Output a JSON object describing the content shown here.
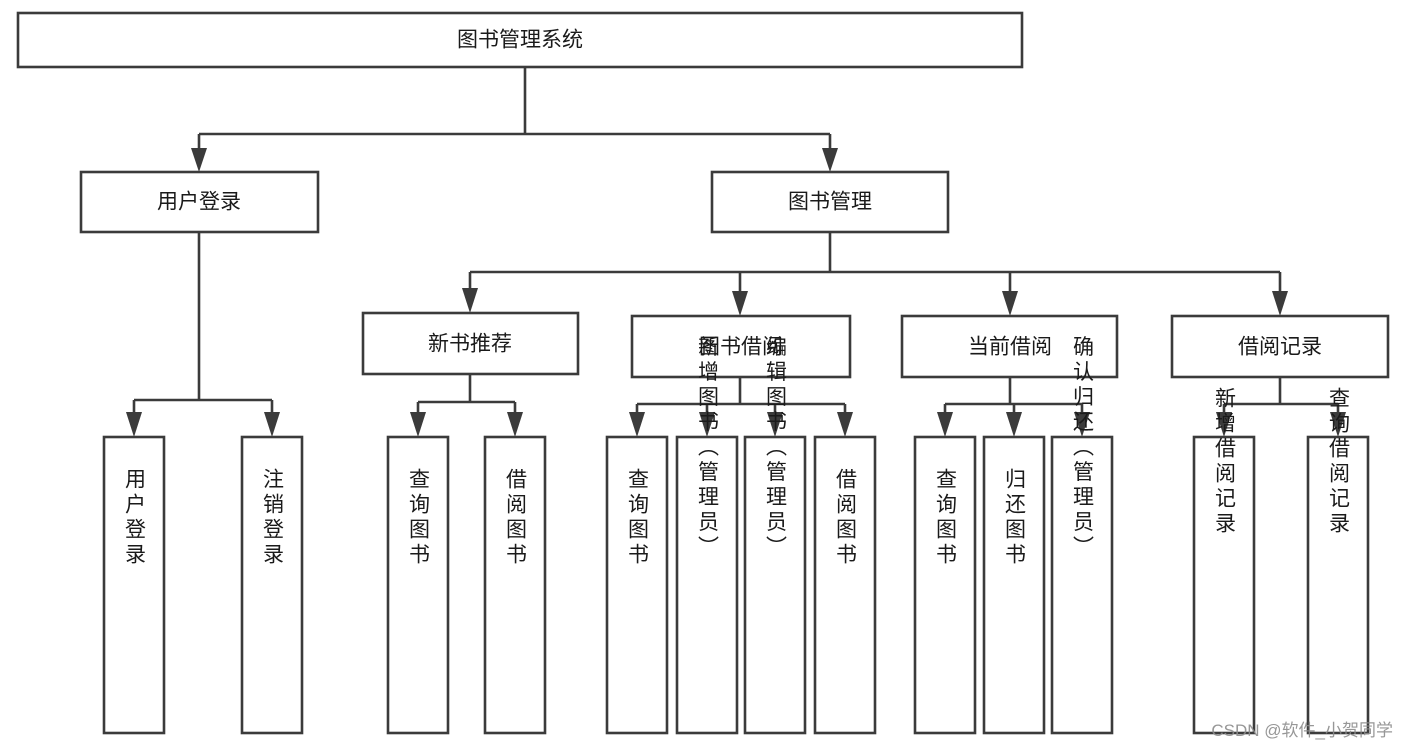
{
  "diagram": {
    "type": "tree-hierarchy",
    "title": "图书管理系统",
    "watermark": "CSDN @软件_小贺同学",
    "levels": {
      "root": {
        "label": "图书管理系统"
      },
      "level2": [
        {
          "label": "用户登录"
        },
        {
          "label": "图书管理"
        }
      ],
      "level3": [
        {
          "label": "新书推荐"
        },
        {
          "label": "图书借阅"
        },
        {
          "label": "当前借阅"
        },
        {
          "label": "借阅记录"
        }
      ],
      "leaves_user_login": [
        {
          "label": "用户登录"
        },
        {
          "label": "注销登录"
        }
      ],
      "leaves_new_book": [
        {
          "label": "查询图书"
        },
        {
          "label": "借阅图书"
        }
      ],
      "leaves_borrow": [
        {
          "label": "查询图书"
        },
        {
          "label": "新增图书（管理员）"
        },
        {
          "label": "编辑图书（管理员）"
        },
        {
          "label": "借阅图书"
        }
      ],
      "leaves_current": [
        {
          "label": "查询图书"
        },
        {
          "label": "归还图书"
        },
        {
          "label": "确认归还（管理员）"
        }
      ],
      "leaves_records": [
        {
          "label": "新增借阅记录"
        },
        {
          "label": "查询借阅记录"
        }
      ]
    },
    "colors": {
      "box_stroke": "#3b3b3b",
      "box_fill": "#ffffff",
      "text": "#1a1a1a",
      "watermark": "#8c8c8c",
      "background": "#ffffff"
    }
  }
}
